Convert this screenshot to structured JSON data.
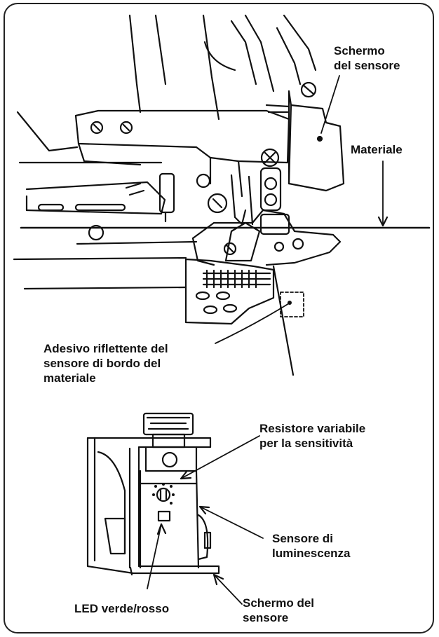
{
  "labels": {
    "sensor_shield_top": "Schermo\ndel sensore",
    "material": "Materiale",
    "reflective_tape": "Adesivo riflettente del\nsensore di bordo del\nmateriale",
    "variable_resistor": "Resistore variabile\nper la sensitività",
    "light_sensor": "Sensore di\nluminescenza",
    "led": "LED verde/rosso",
    "sensor_shield_bottom": "Schermo del\nsensore"
  }
}
